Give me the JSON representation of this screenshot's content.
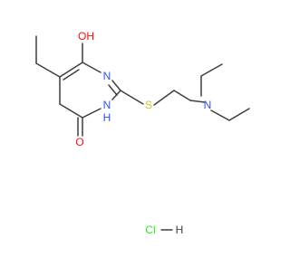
{
  "molecule": {
    "atoms": {
      "oh": "OH",
      "n_ring": "N",
      "o_keto": "O",
      "nh_n": "N",
      "nh_h": "H",
      "s": "S",
      "n_amine": "N",
      "hcl": "Cl",
      "hcl_h": "H"
    },
    "colors": {
      "bond": "#3f3f3f",
      "oxygen": "#ff0d0d",
      "nitrogen": "#3050f8",
      "sulfur": "#c6c62c",
      "chlorine": "#1ff01f",
      "hydrogen": "#3f3f3f"
    }
  }
}
